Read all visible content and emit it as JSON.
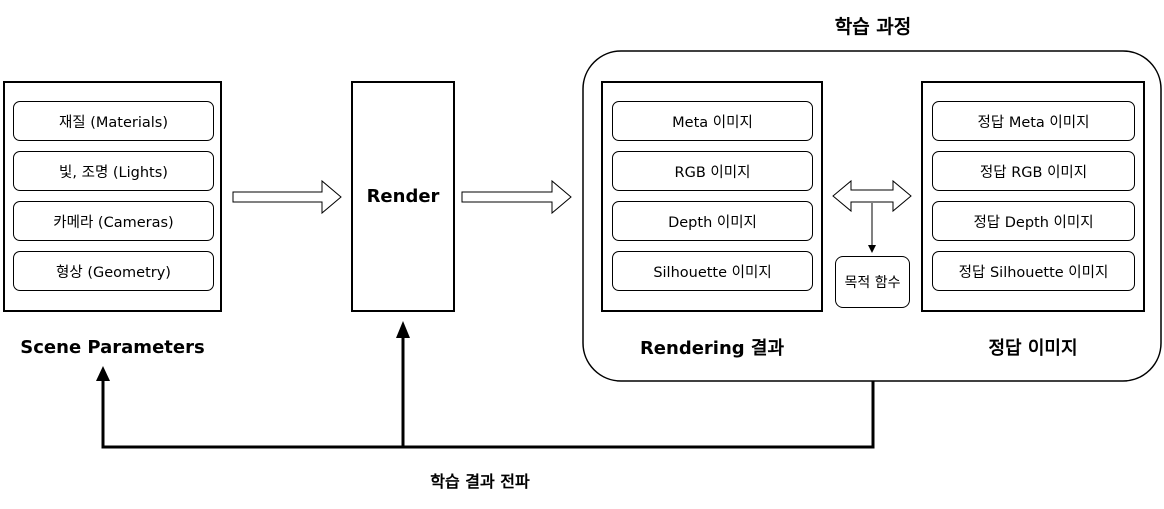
{
  "training_title": "학습 과정",
  "scene_parameters": {
    "label": "Scene Parameters",
    "items": [
      "재질 (Materials)",
      "빛, 조명 (Lights)",
      "카메라 (Cameras)",
      "형상 (Geometry)"
    ]
  },
  "render": {
    "label": "Render"
  },
  "rendering_result": {
    "label": "Rendering 결과",
    "items": [
      "Meta 이미지",
      "RGB 이미지",
      "Depth 이미지",
      "Silhouette 이미지"
    ]
  },
  "ground_truth": {
    "label": "정답 이미지",
    "items": [
      "정답 Meta 이미지",
      "정답 RGB 이미지",
      "정답 Depth 이미지",
      "정답 Silhouette 이미지"
    ]
  },
  "objective_function": {
    "label": "목적 함수"
  },
  "backprop_label": "학습 결과 전파",
  "colors": {
    "stroke": "#000000",
    "background": "#ffffff"
  }
}
